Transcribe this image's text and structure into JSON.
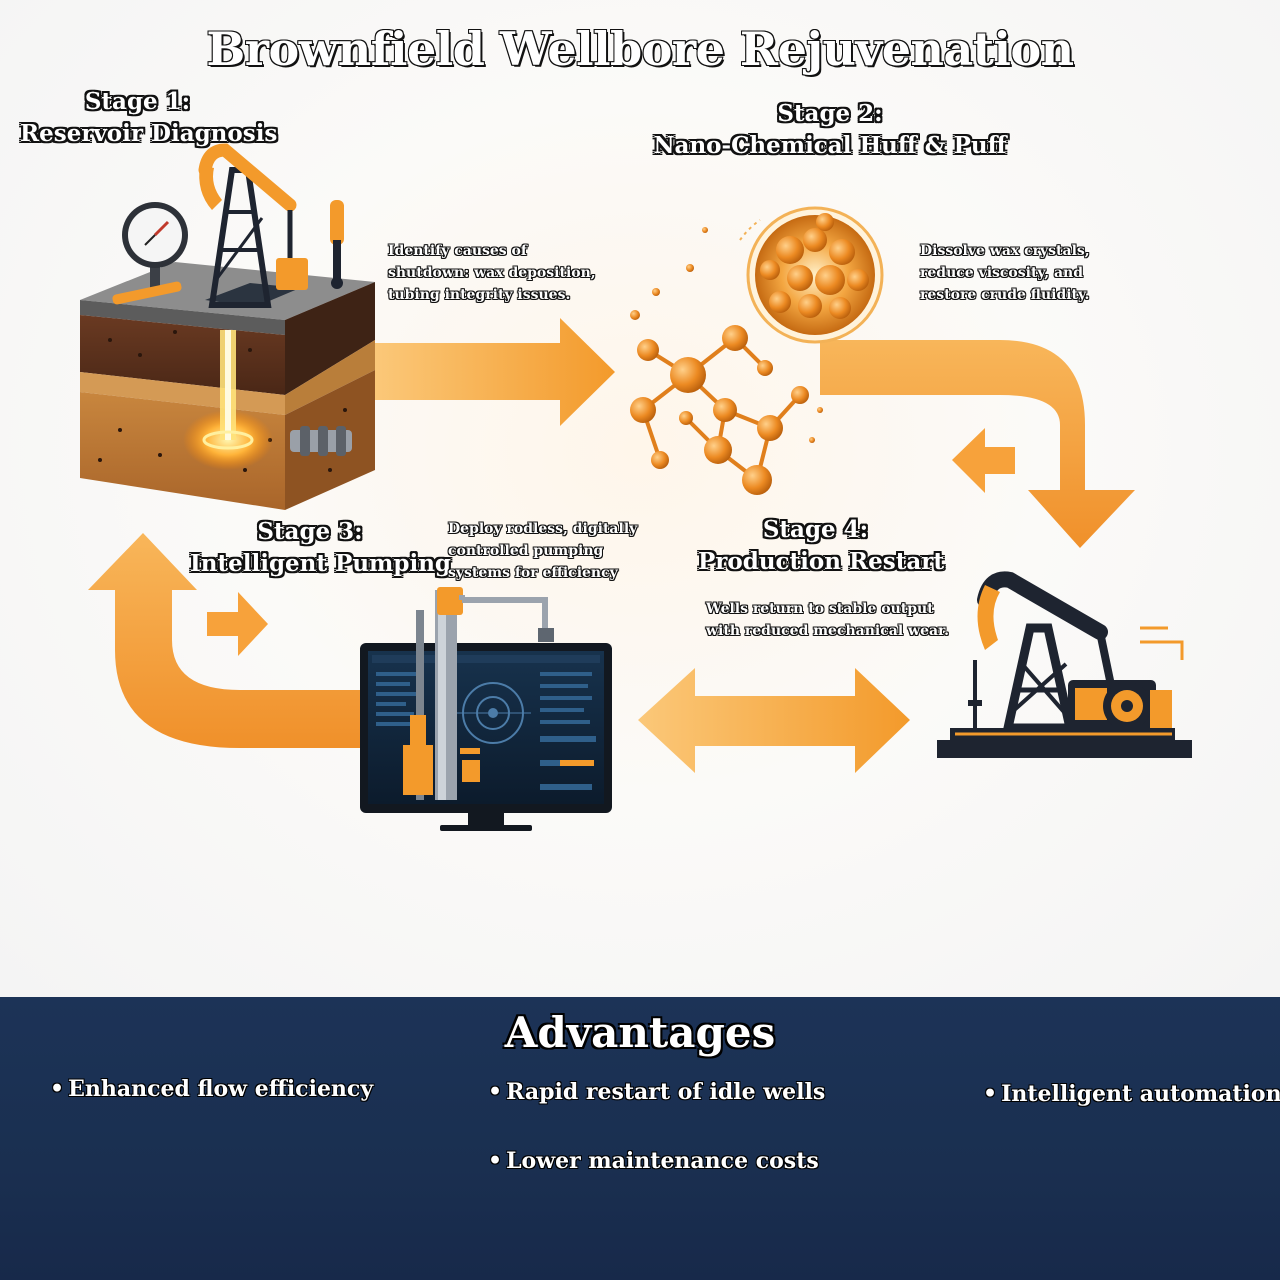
{
  "title": "Brownfield Wellbore Rejuvenation",
  "stages": [
    {
      "heading_line1": "Stage 1:",
      "heading_line2": "Reservoir Diagnosis",
      "description": [
        "Identify causes of",
        "shutdown: wax deposition,",
        "tubing integrity issues."
      ]
    },
    {
      "heading_line1": "Stage 2:",
      "heading_line2": "Nano-Chemical Huff & Puff",
      "description": [
        "Dissolve wax crystals,",
        "reduce viscosity, and",
        "restore crude fluidity."
      ]
    },
    {
      "heading_line1": "Stage 3:",
      "heading_line2": "Intelligent Pumping",
      "description": [
        "Deploy rodless, digitally",
        "controlled pumping",
        "systems for efficiency"
      ]
    },
    {
      "heading_line1": "Stage 4:",
      "heading_line2": "Production Restart",
      "description": [
        "Wells return to stable output",
        "with reduced mechanical wear."
      ]
    }
  ],
  "advantages": {
    "title": "Advantages",
    "bullet": "•",
    "items": [
      "Enhanced flow efficiency",
      "Rapid restart of idle wells",
      "Intelligent automation",
      "Lower maintenance costs"
    ]
  },
  "colors": {
    "accent": "#f39a2b",
    "accent_dark": "#d9761a",
    "navy": "#1c3357",
    "ink": "#1e2430"
  },
  "icons": [
    "reservoir-block-icon",
    "pressure-gauge-icon",
    "pumpjack-icon",
    "nano-molecule-icon",
    "nanoparticle-cluster-icon",
    "control-monitor-icon",
    "flow-arrow-icon"
  ]
}
